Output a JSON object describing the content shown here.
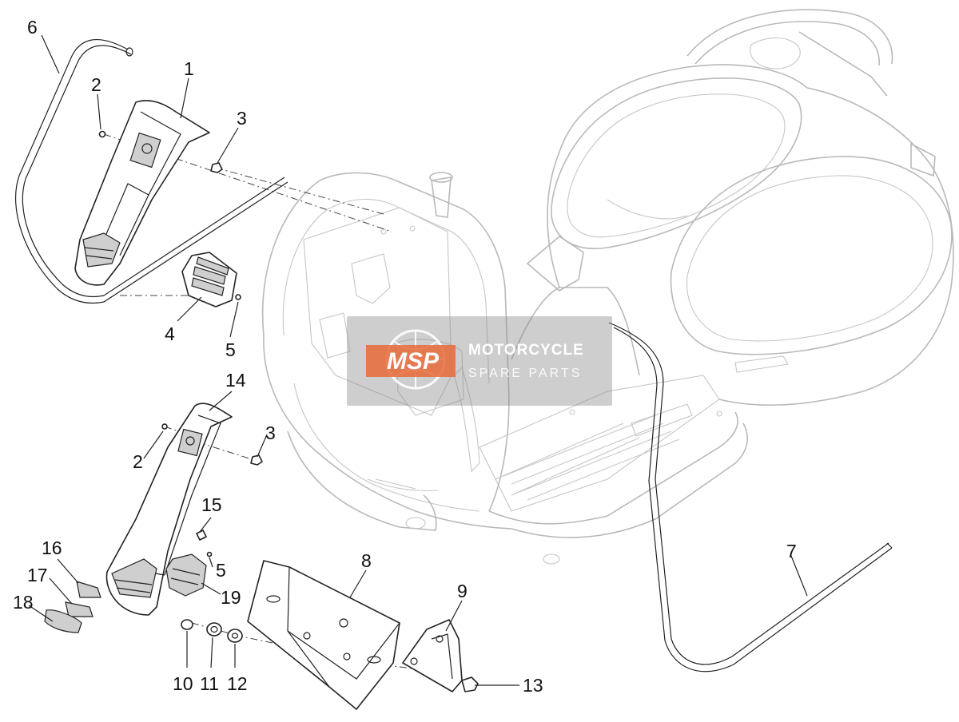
{
  "diagram": {
    "callouts": [
      "1",
      "2",
      "3",
      "4",
      "5",
      "6",
      "2",
      "3",
      "14",
      "15",
      "16",
      "17",
      "18",
      "5",
      "19",
      "8",
      "9",
      "7",
      "10",
      "11",
      "12",
      "13"
    ]
  },
  "watermark": {
    "logo": "MSP",
    "line1": "MOTORCYCLE",
    "line2": "SPARE PARTS",
    "accent_color": "#e86a3a"
  }
}
